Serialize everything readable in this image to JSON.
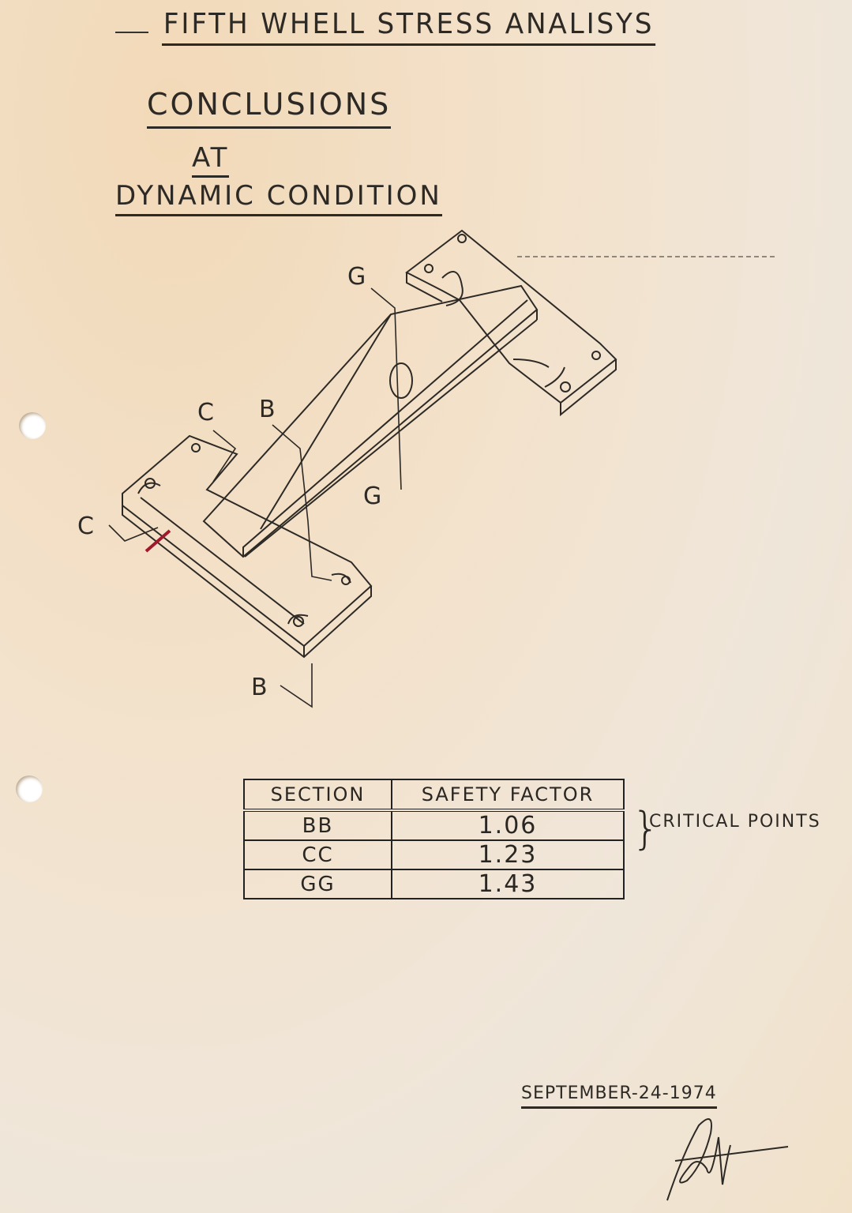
{
  "document": {
    "title": "FIFTH WHELL STRESS ANALISYS",
    "heading_line1": "CONCLUSIONS",
    "heading_line2": "AT",
    "heading_line3": "DYNAMIC CONDITION"
  },
  "diagram": {
    "section_labels": {
      "g_top": "G",
      "g_bottom": "G",
      "b_top": "B",
      "b_bottom": "B",
      "c_top": "C",
      "c_bottom": "C"
    }
  },
  "table": {
    "headers": [
      "SECTION",
      "SAFETY FACTOR"
    ],
    "rows": [
      {
        "section": "BB",
        "safety_factor": "1.06"
      },
      {
        "section": "CC",
        "safety_factor": "1.23"
      },
      {
        "section": "GG",
        "safety_factor": "1.43"
      }
    ],
    "annotation": "CRITICAL POINTS",
    "brace": "}"
  },
  "footer": {
    "date": "SEPTEMBER-24-1974",
    "signature": "signature"
  },
  "colors": {
    "paper": "#f1e1c9",
    "ink": "#2d2a26",
    "red_mark": "#a0182c"
  }
}
